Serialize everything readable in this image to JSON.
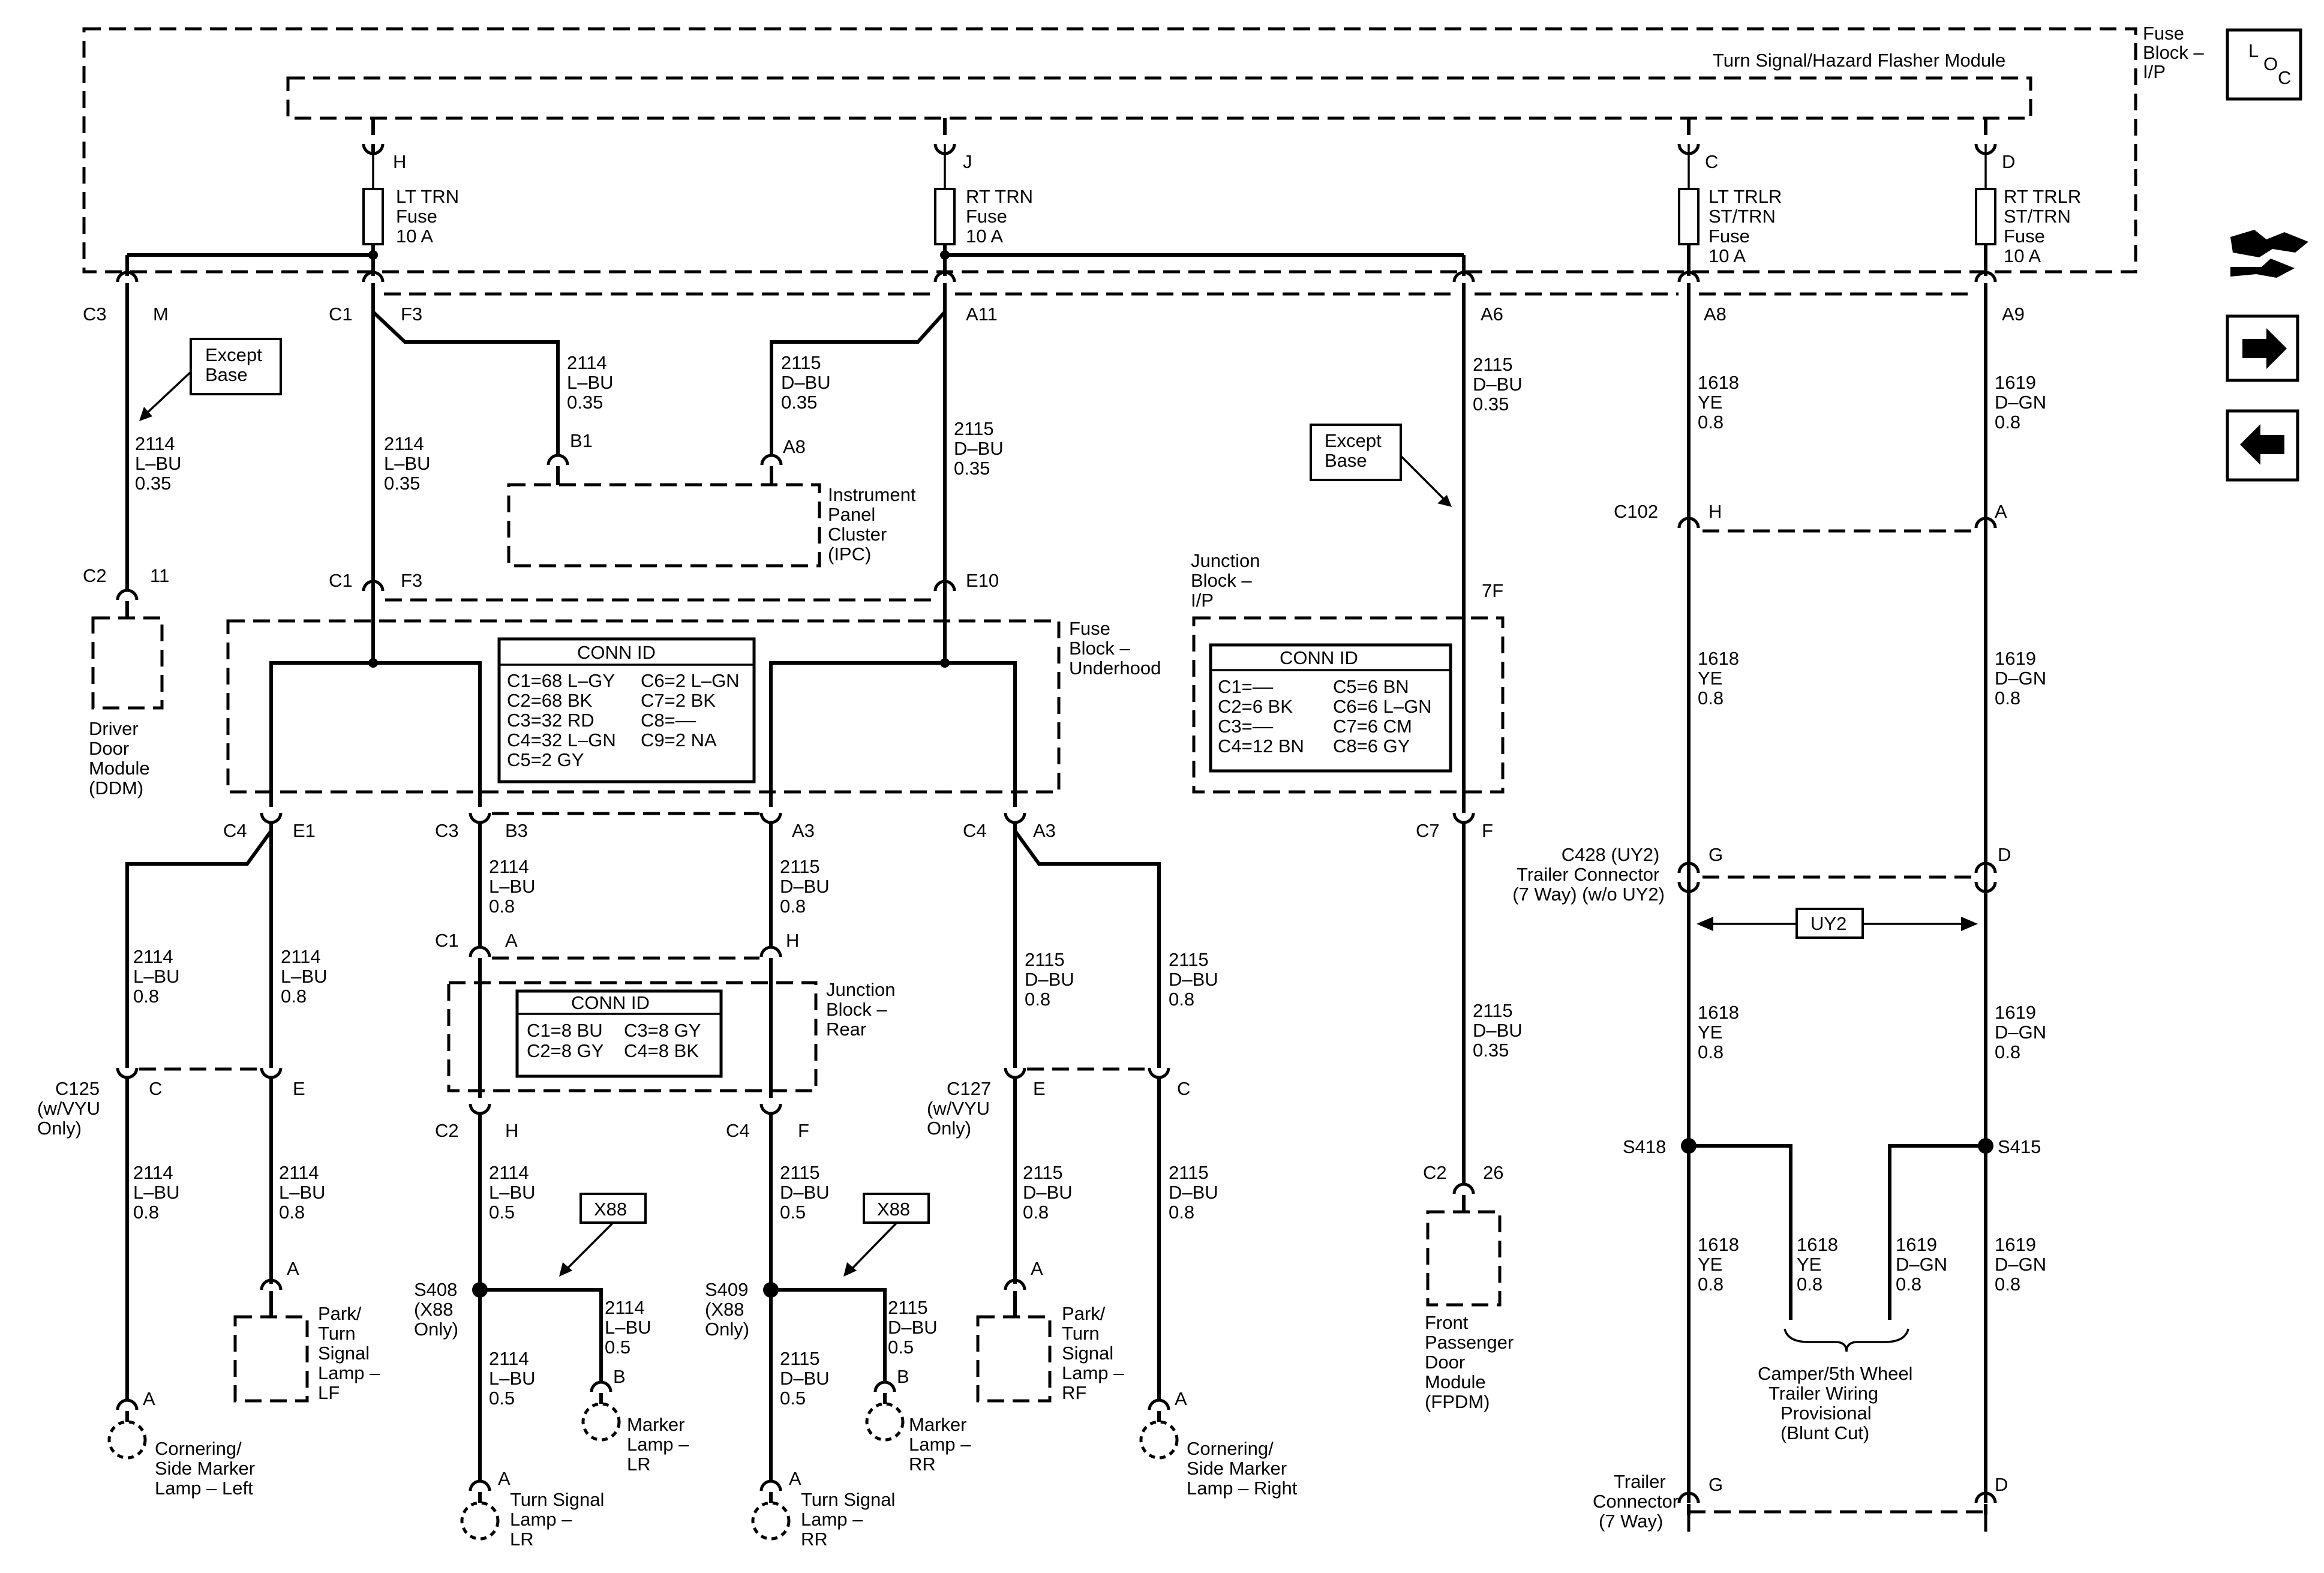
{
  "fuse_block_ip": {
    "label_lines": [
      "Fuse",
      "Block –",
      "I/P"
    ]
  },
  "flasher_module": {
    "label": "Turn Signal/Hazard Flasher Module"
  },
  "loc_icon": {
    "letters": [
      "L",
      "O",
      "C"
    ],
    "icon": "location-icon"
  },
  "side_icons": [
    {
      "name": "component-connector-icon"
    },
    {
      "name": "arrow-right-icon"
    },
    {
      "name": "arrow-left-icon"
    }
  ],
  "connector_pins": [
    {
      "text": "H"
    },
    {
      "text": "J"
    },
    {
      "text": "C"
    },
    {
      "text": "D"
    },
    {
      "text": "C3"
    },
    {
      "text": "M"
    },
    {
      "text": "C1"
    },
    {
      "text": "F3"
    },
    {
      "text": "A11"
    },
    {
      "text": "A6"
    },
    {
      "text": "A8"
    },
    {
      "text": "A9"
    },
    {
      "text": "B1"
    },
    {
      "text": "A8"
    },
    {
      "text": "C2"
    },
    {
      "text": "11"
    },
    {
      "text": "C1"
    },
    {
      "text": "F3"
    },
    {
      "text": "E10"
    },
    {
      "text": "7F"
    },
    {
      "text": "C102"
    },
    {
      "text": "H"
    },
    {
      "text": "A"
    },
    {
      "text": "C4"
    },
    {
      "text": "E1"
    },
    {
      "text": "C3"
    },
    {
      "text": "B3"
    },
    {
      "text": "A3"
    },
    {
      "text": "C4"
    },
    {
      "text": "A3"
    },
    {
      "text": "C7"
    },
    {
      "text": "F"
    },
    {
      "text": "C1"
    },
    {
      "text": "A"
    },
    {
      "text": "H"
    },
    {
      "text": "G"
    },
    {
      "text": "D"
    },
    {
      "text": "C"
    },
    {
      "text": "E"
    },
    {
      "text": "C2"
    },
    {
      "text": "H"
    },
    {
      "text": "C4"
    },
    {
      "text": "F"
    },
    {
      "text": "E"
    },
    {
      "text": "C"
    },
    {
      "text": "C2"
    },
    {
      "text": "26"
    },
    {
      "text": "A"
    },
    {
      "text": "A"
    },
    {
      "text": "A"
    },
    {
      "text": "A"
    },
    {
      "text": "B"
    },
    {
      "text": "B"
    },
    {
      "text": "A"
    },
    {
      "text": "A"
    },
    {
      "text": "G"
    },
    {
      "text": "D"
    }
  ],
  "fuses": [
    {
      "lines": [
        "LT TRN",
        "Fuse",
        "10 A"
      ]
    },
    {
      "lines": [
        "RT TRN",
        "Fuse",
        "10 A"
      ]
    },
    {
      "lines": [
        "LT TRLR",
        "ST/TRN",
        "Fuse",
        "10 A"
      ]
    },
    {
      "lines": [
        "RT TRLR",
        "ST/TRN",
        "Fuse",
        "10 A"
      ]
    }
  ],
  "wire_labels": [
    {
      "circuit": "2114",
      "color": "L–BU",
      "size": "0.35"
    },
    {
      "circuit": "2114",
      "color": "L–BU",
      "size": "0.35"
    },
    {
      "circuit": "2114",
      "color": "L–BU",
      "size": "0.35"
    },
    {
      "circuit": "2115",
      "color": "D–BU",
      "size": "0.35"
    },
    {
      "circuit": "2115",
      "color": "D–BU",
      "size": "0.35"
    },
    {
      "circuit": "2115",
      "color": "D–BU",
      "size": "0.35"
    },
    {
      "circuit": "1618",
      "color": "YE",
      "size": "0.8"
    },
    {
      "circuit": "1619",
      "color": "D–GN",
      "size": "0.8"
    },
    {
      "circuit": "1618",
      "color": "YE",
      "size": "0.8"
    },
    {
      "circuit": "1619",
      "color": "D–GN",
      "size": "0.8"
    },
    {
      "circuit": "2114",
      "color": "L–BU",
      "size": "0.8"
    },
    {
      "circuit": "2115",
      "color": "D–BU",
      "size": "0.8"
    },
    {
      "circuit": "2114",
      "color": "L–BU",
      "size": "0.8"
    },
    {
      "circuit": "2114",
      "color": "L–BU",
      "size": "0.8"
    },
    {
      "circuit": "2115",
      "color": "D–BU",
      "size": "0.8"
    },
    {
      "circuit": "2115",
      "color": "D–BU",
      "size": "0.8"
    },
    {
      "circuit": "2115",
      "color": "D–BU",
      "size": "0.35"
    },
    {
      "circuit": "1618",
      "color": "YE",
      "size": "0.8"
    },
    {
      "circuit": "1619",
      "color": "D–GN",
      "size": "0.8"
    },
    {
      "circuit": "2114",
      "color": "L–BU",
      "size": "0.8"
    },
    {
      "circuit": "2114",
      "color": "L–BU",
      "size": "0.8"
    },
    {
      "circuit": "2114",
      "color": "L–BU",
      "size": "0.5"
    },
    {
      "circuit": "2115",
      "color": "D–BU",
      "size": "0.5"
    },
    {
      "circuit": "2115",
      "color": "D–BU",
      "size": "0.8"
    },
    {
      "circuit": "2115",
      "color": "D–BU",
      "size": "0.8"
    },
    {
      "circuit": "1618",
      "color": "YE",
      "size": "0.8"
    },
    {
      "circuit": "1618",
      "color": "YE",
      "size": "0.8"
    },
    {
      "circuit": "1619",
      "color": "D–GN",
      "size": "0.8"
    },
    {
      "circuit": "1619",
      "color": "D–GN",
      "size": "0.8"
    },
    {
      "circuit": "2114",
      "color": "L–BU",
      "size": "0.5"
    },
    {
      "circuit": "2115",
      "color": "D–BU",
      "size": "0.5"
    },
    {
      "circuit": "2114",
      "color": "L–BU",
      "size": "0.5"
    },
    {
      "circuit": "2115",
      "color": "D–BU",
      "size": "0.5"
    }
  ],
  "component_labels": {
    "ipc": [
      "Instrument",
      "Panel",
      "Cluster",
      "(IPC)"
    ],
    "ddm": [
      "Driver",
      "Door",
      "Module",
      "(DDM)"
    ],
    "fuse_block_underhood": [
      "Fuse",
      "Block –",
      "Underhood"
    ],
    "junction_block_ip": [
      "Junction",
      "Block –",
      "I/P"
    ],
    "junction_block_rear": [
      "Junction",
      "Block –",
      "Rear"
    ],
    "fpdm": [
      "Front",
      "Passenger",
      "Door",
      "Module",
      "(FPDM)"
    ],
    "park_lf": [
      "Park/",
      "Turn",
      "Signal",
      "Lamp –",
      "LF"
    ],
    "park_rf": [
      "Park/",
      "Turn",
      "Signal",
      "Lamp –",
      "RF"
    ],
    "corner_left": [
      "Cornering/",
      "Side Marker",
      "Lamp – Left"
    ],
    "corner_right": [
      "Cornering/",
      "Side Marker",
      "Lamp – Right"
    ],
    "marker_lr": [
      "Marker",
      "Lamp –",
      "LR"
    ],
    "marker_rr": [
      "Marker",
      "Lamp –",
      "RR"
    ],
    "turn_lr": [
      "Turn Signal",
      "Lamp –",
      "LR"
    ],
    "turn_rr": [
      "Turn Signal",
      "Lamp –",
      "RR"
    ],
    "camper": [
      "Camper/5th Wheel",
      "Trailer Wiring",
      "Provisional",
      "(Blunt Cut)"
    ],
    "trailer_conn": [
      "Trailer",
      "Connector",
      "(7 Way)"
    ],
    "c428": [
      "C428 (UY2)",
      "Trailer Connector",
      "(7 Way)  (w/o UY2)"
    ],
    "c125": [
      "C125",
      "(w/VYU",
      "Only)"
    ],
    "c127": [
      "C127",
      "(w/VYU",
      "Only)"
    ],
    "s408": [
      "S408",
      "(X88",
      "Only)"
    ],
    "s409": [
      "S409",
      "(X88",
      "Only)"
    ],
    "s418": "S418",
    "s415": "S415"
  },
  "callouts": {
    "except_base_1": [
      "Except",
      "Base"
    ],
    "except_base_2": [
      "Except",
      "Base"
    ],
    "x88_1": "X88",
    "x88_2": "X88",
    "uy2": "UY2"
  },
  "conn_id_underhood": {
    "title": "CONN ID",
    "col1": [
      "C1=68 L–GY",
      "C2=68 BK",
      "C3=32 RD",
      "C4=32 L–GN",
      "C5=2 GY"
    ],
    "col2": [
      "C6=2 L–GN",
      "C7=2 BK",
      "C8=––",
      "C9=2 NA"
    ]
  },
  "conn_id_junction_ip": {
    "title": "CONN ID",
    "col1": [
      "C1=––",
      "C2=6 BK",
      "C3=––",
      "C4=12 BN"
    ],
    "col2": [
      "C5=6 BN",
      "C6=6 L–GN",
      "C7=6 CM",
      "C8=6 GY"
    ]
  },
  "conn_id_rear": {
    "title": "CONN ID",
    "col1": [
      "C1=8 BU",
      "C2=8 GY"
    ],
    "col2": [
      "C3=8 GY",
      "C4=8 BK"
    ]
  }
}
